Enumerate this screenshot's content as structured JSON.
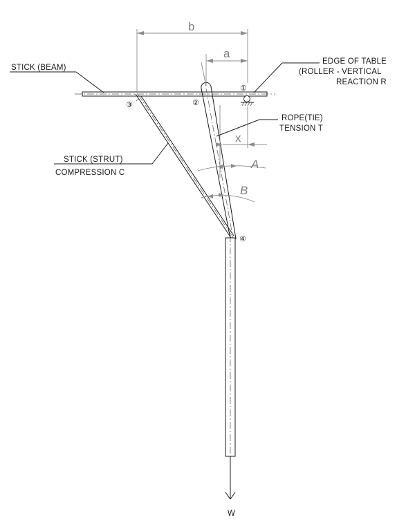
{
  "labels": {
    "beam": "STICK (BEAM)",
    "edge_line1": "EDGE OF TABLE",
    "edge_line2": "(ROLLER - VERTICAL",
    "edge_line3": "REACTION R",
    "rope_line1": "ROPE(TIE)",
    "rope_line2": "TENSION T",
    "strut_line1": "STICK (STRUT)",
    "strut_line2": "COMPRESSION C",
    "weight": "W"
  },
  "dimensions": {
    "b": "b",
    "a": "a",
    "x": "x"
  },
  "angles": {
    "A": "A",
    "B": "B"
  },
  "nodes": {
    "n1": "①",
    "n2": "②",
    "n3": "③",
    "n4": "④"
  }
}
